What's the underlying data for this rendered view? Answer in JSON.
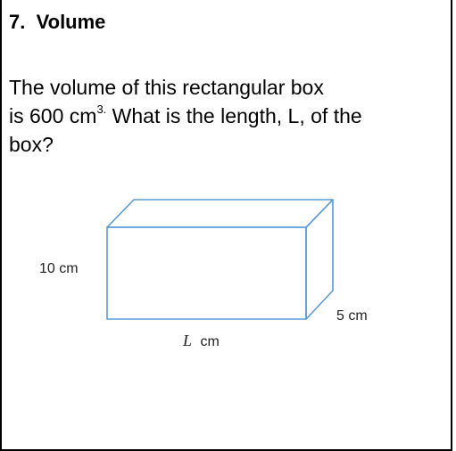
{
  "problem": {
    "number": "7.",
    "heading": "Volume",
    "line1": "The volume of this rectangular box",
    "line2_before": " is 600 cm",
    "line2_sup": "3.",
    "line2_after": " What is the length, L, of the",
    "line3": "box?"
  },
  "figure": {
    "height_label": "10 cm",
    "depth_label": "5 cm",
    "length_var": "L",
    "length_unit": "cm",
    "edge_color": "#5b9bd5"
  }
}
